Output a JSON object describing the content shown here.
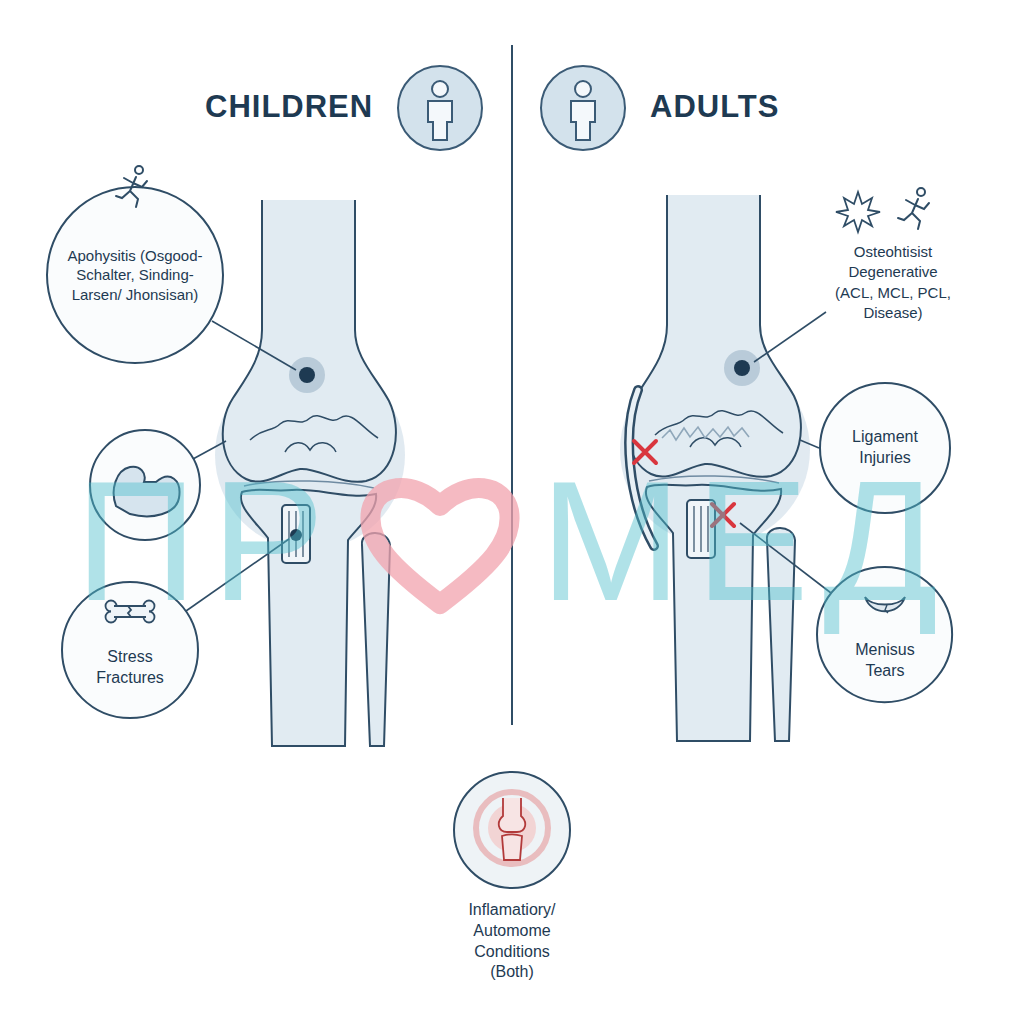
{
  "diagram": {
    "nodes": [
      {
        "text": [
          "Apohysitis (Osgood-Schalter, Sinding-Larsen/ Jhonsisan)"
        ]
      },
      {
        "text": [
          "Stress Fractures"
        ]
      },
      {
        "text": [
          "Ligament Injuries"
        ]
      },
      {
        "text": [
          "Menisus Tears"
        ]
      },
      {
        "text": [
          "Inflamatiory/ Automome Conditions (Both)"
        ]
      }
    ],
    "labels": [
      "CHILDREN",
      "ADULTS",
      "Osteohtisist Degenerative (ACL, MCL, PCL, Disease)",
      "ПР",
      "МЕД"
    ]
  }
}
